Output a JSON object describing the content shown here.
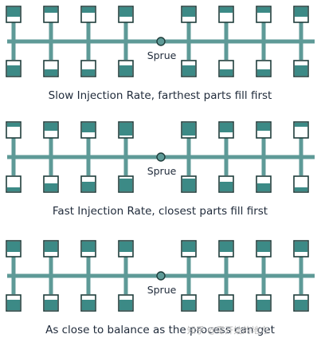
{
  "colors": {
    "runner": "#5e9a97",
    "cavity_border": "#1f3d3b",
    "cavity_empty": "#ffffff",
    "cavity_fill": "#3c8a86",
    "text": "#1f2a3a"
  },
  "panels": [
    {
      "sprue_label": "Sprue",
      "caption": "Slow Injection Rate,  farthest parts fill first",
      "top_fill": [
        0.65,
        0.4,
        0.4,
        0.65,
        0.65,
        0.4,
        0.4,
        0.65
      ],
      "bottom_fill": [
        0.7,
        0.45,
        0.45,
        0.7,
        0.7,
        0.45,
        0.45,
        0.7
      ]
    },
    {
      "sprue_label": "Sprue",
      "caption": "Fast Injection Rate,  closest parts fill first",
      "top_fill": [
        0.3,
        0.55,
        0.65,
        0.85,
        0.85,
        0.65,
        0.55,
        0.3
      ],
      "bottom_fill": [
        0.3,
        0.55,
        0.65,
        0.85,
        0.85,
        0.65,
        0.55,
        0.3
      ]
    },
    {
      "sprue_label": "Sprue",
      "caption": "As close to balance as the process can get",
      "top_fill": [
        0.7,
        0.7,
        0.7,
        0.7,
        0.7,
        0.7,
        0.7,
        0.7
      ],
      "bottom_fill": [
        0.7,
        0.7,
        0.7,
        0.7,
        0.7,
        0.7,
        0.7,
        0.7
      ]
    }
  ],
  "watermark": "知乎 @零开始的地方"
}
